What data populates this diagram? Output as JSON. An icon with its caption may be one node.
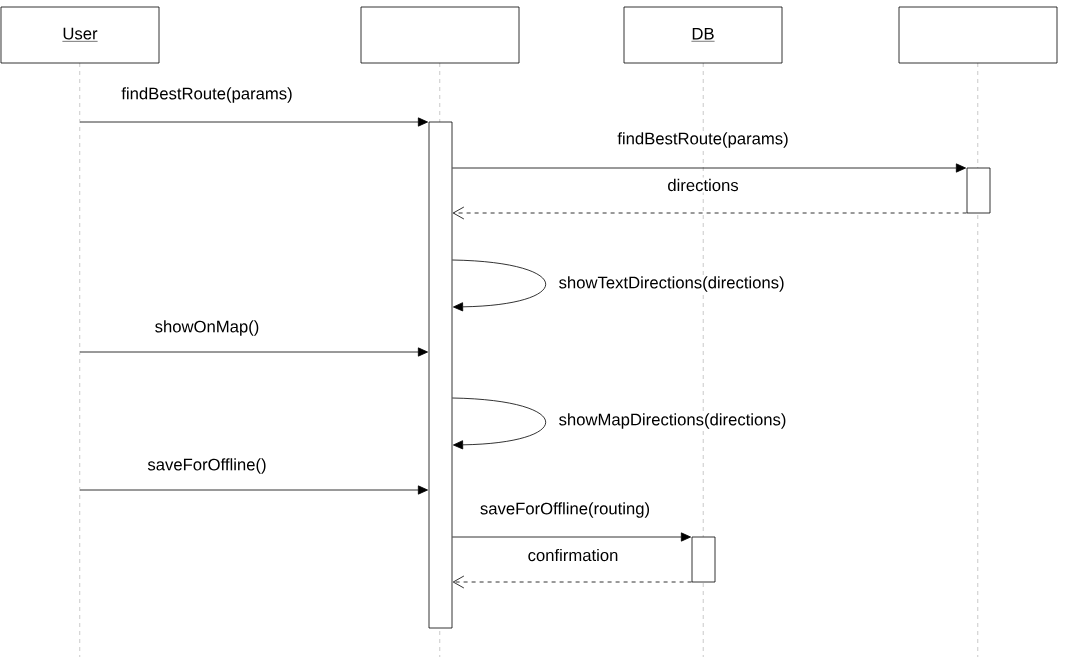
{
  "diagram": {
    "nodes": [
      {
        "text": [
          "User"
        ]
      },
      {
        "text": [],
        "shape": "box"
      },
      {
        "text": [
          "DB"
        ]
      },
      {
        "text": [],
        "shape": "box"
      },
      {
        "text": [],
        "shape": "bar"
      },
      {
        "text": [],
        "shape": "bar"
      },
      {
        "text": [],
        "shape": "bar"
      }
    ],
    "edges": [
      {
        "from": null,
        "to": 4,
        "arrow": "to",
        "label": "findBestRoute(params)"
      },
      {
        "from": 4,
        "to": 5,
        "arrow": "to",
        "label": "findBestRoute(params)"
      },
      {
        "from": 5,
        "to": 4,
        "arrow": "to",
        "label": "directions",
        "style": "dashed"
      },
      {
        "from": 4,
        "to": 4,
        "arrow": "to",
        "label": "showTextDirections(directions)"
      },
      {
        "from": null,
        "to": 4,
        "arrow": "to",
        "label": "showOnMap()"
      },
      {
        "from": 4,
        "to": 4,
        "arrow": "to",
        "label": "showMapDirections(directions)"
      },
      {
        "from": null,
        "to": 4,
        "arrow": "to",
        "label": "saveForOffline()"
      },
      {
        "from": 4,
        "to": 6,
        "arrow": "to",
        "label": "saveForOffline(routing)"
      },
      {
        "from": 6,
        "to": 4,
        "arrow": "to",
        "label": "confirmation",
        "style": "dashed"
      }
    ]
  }
}
